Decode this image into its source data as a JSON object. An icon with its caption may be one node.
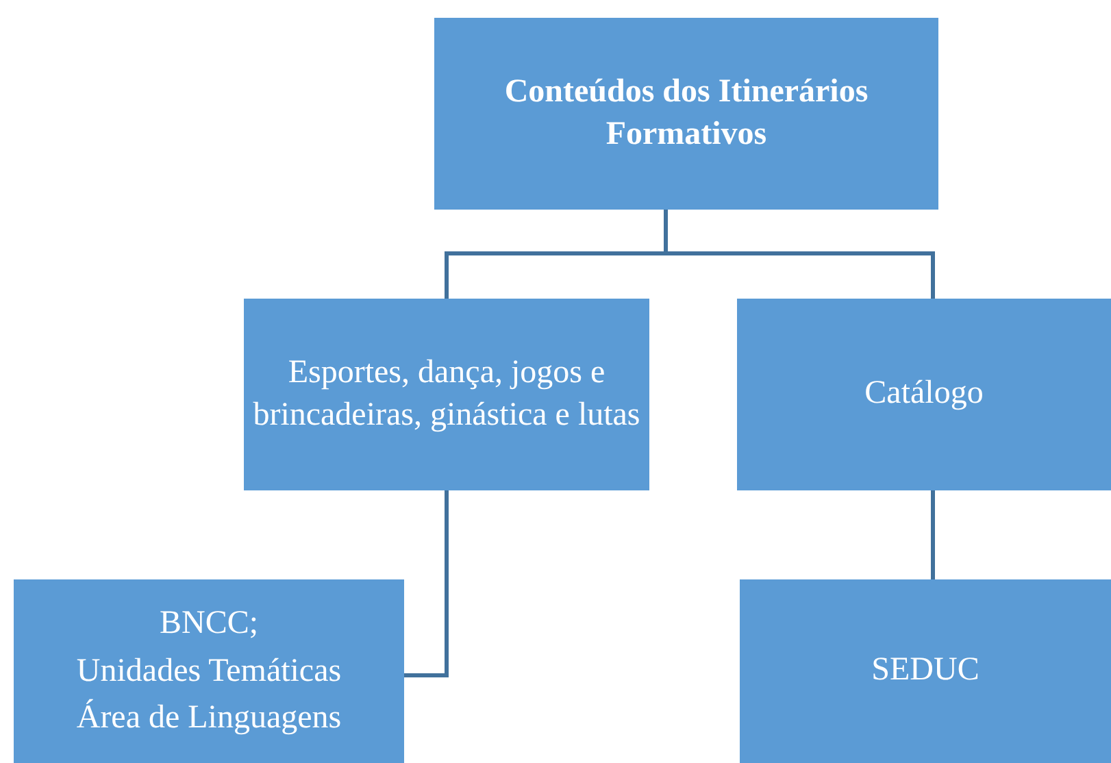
{
  "diagram": {
    "nodes": [
      {
        "text": [
          "Conteúdos dos Itinerários Formativos"
        ]
      },
      {
        "text": [
          "Esportes, dança, jogos e brincadeiras, ginástica e lutas"
        ]
      },
      {
        "text": [
          "Catálogo"
        ]
      },
      {
        "text": [
          "BNCC;",
          "Unidades Temáticas",
          "Área de Linguagens"
        ]
      },
      {
        "text": [
          "SEDUC"
        ]
      }
    ],
    "edges": [
      {
        "from": 0,
        "to": 1,
        "arrow": "none"
      },
      {
        "from": 0,
        "to": 2,
        "arrow": "none"
      },
      {
        "from": 1,
        "to": 3,
        "arrow": "none"
      },
      {
        "from": 2,
        "to": 4,
        "arrow": "none"
      }
    ]
  }
}
